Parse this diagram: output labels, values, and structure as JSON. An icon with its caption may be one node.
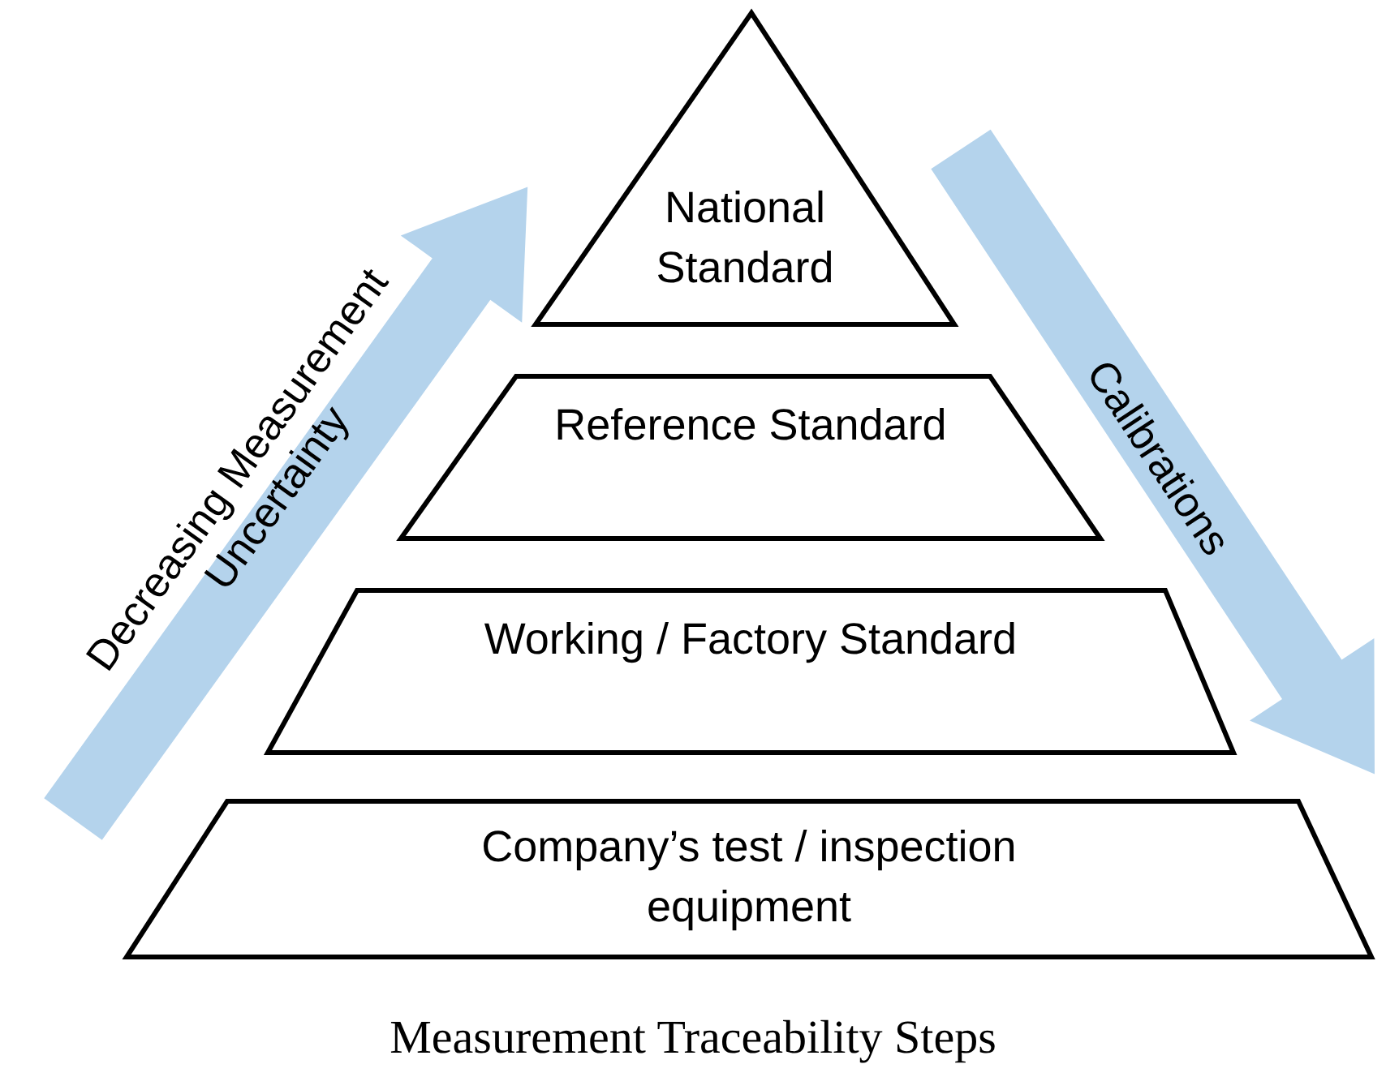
{
  "diagram": {
    "caption": "Measurement Traceability Steps",
    "nodes": [
      {
        "text": [
          "National Standard"
        ]
      },
      {
        "text": [
          "Reference Standard"
        ]
      },
      {
        "text": [
          "Working / Factory Standard"
        ]
      },
      {
        "text": [
          "Company’s test / inspection equipment"
        ]
      }
    ],
    "labels": [
      "Decreasing Measurement Uncertainty",
      "Calibrations"
    ]
  }
}
